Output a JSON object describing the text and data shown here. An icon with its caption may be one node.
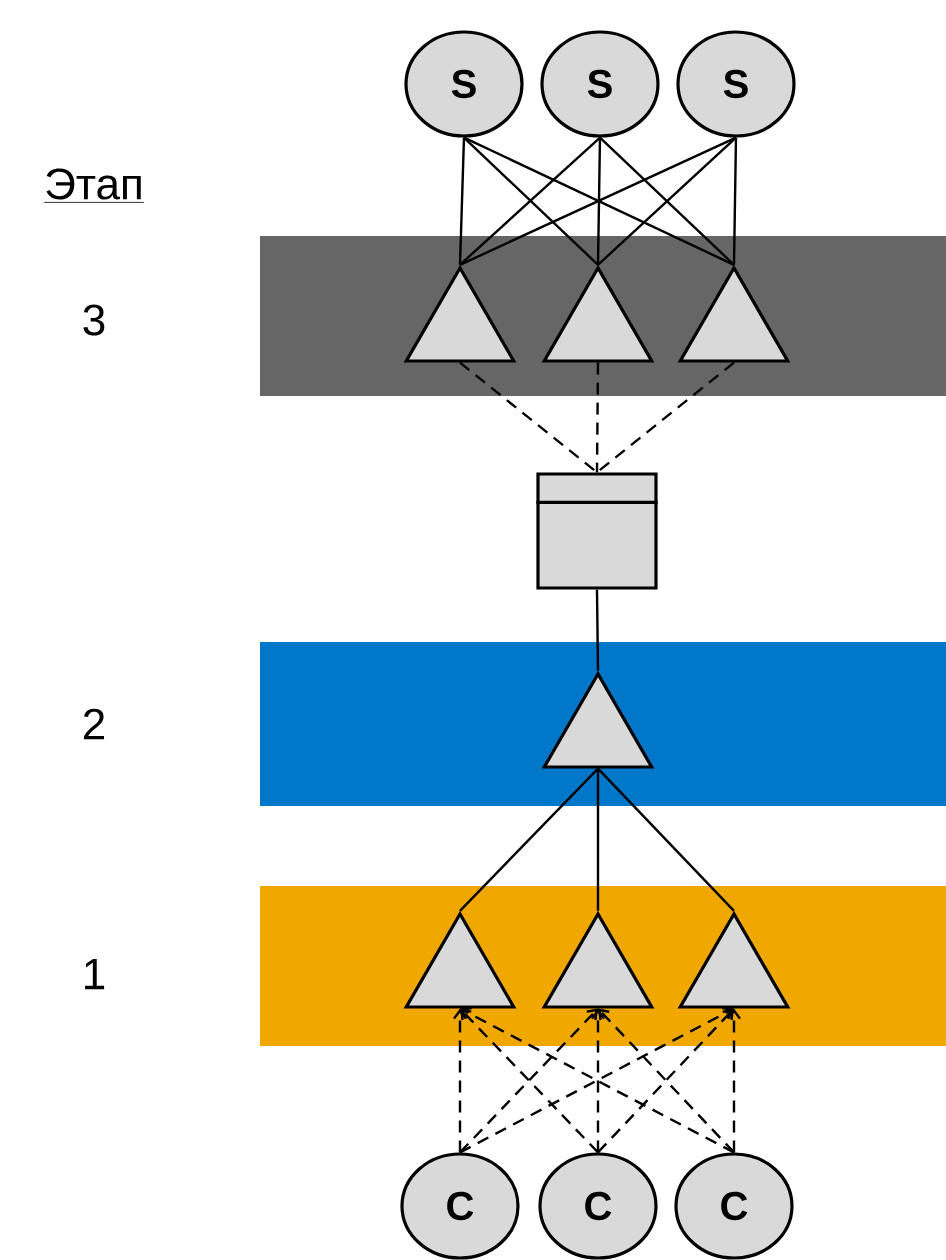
{
  "diagram": {
    "nodes": [
      {
        "text": [
          "S"
        ]
      },
      {
        "text": [
          "S"
        ]
      },
      {
        "text": [
          "S"
        ]
      },
      {
        "text": [],
        "shape": "band"
      },
      {
        "text": [],
        "shape": "triangle",
        "in": 3
      },
      {
        "text": [],
        "shape": "triangle",
        "in": 3
      },
      {
        "text": [],
        "shape": "triangle",
        "in": 3
      },
      {
        "text": [],
        "shape": "box"
      },
      {
        "text": [],
        "shape": "band"
      },
      {
        "text": [],
        "shape": "triangle",
        "in": 8
      },
      {
        "text": [],
        "shape": "band"
      },
      {
        "text": [],
        "shape": "triangle",
        "in": 10
      },
      {
        "text": [],
        "shape": "triangle",
        "in": 10
      },
      {
        "text": [],
        "shape": "triangle",
        "in": 10
      },
      {
        "text": [
          "C"
        ]
      },
      {
        "text": [
          "C"
        ]
      },
      {
        "text": [
          "C"
        ]
      }
    ],
    "edges": [
      {
        "from": 0,
        "to": 4,
        "arrow": "none"
      },
      {
        "from": 0,
        "to": 5,
        "arrow": "none"
      },
      {
        "from": 0,
        "to": 6,
        "arrow": "none"
      },
      {
        "from": 1,
        "to": 4,
        "arrow": "none"
      },
      {
        "from": 1,
        "to": 5,
        "arrow": "none"
      },
      {
        "from": 1,
        "to": 6,
        "arrow": "none"
      },
      {
        "from": 2,
        "to": 4,
        "arrow": "none"
      },
      {
        "from": 2,
        "to": 5,
        "arrow": "none"
      },
      {
        "from": 2,
        "to": 6,
        "arrow": "none"
      },
      {
        "from": 4,
        "to": 7,
        "arrow": "none",
        "style": "dashed"
      },
      {
        "from": 5,
        "to": 7,
        "arrow": "none",
        "style": "dashed"
      },
      {
        "from": 6,
        "to": 7,
        "arrow": "none",
        "style": "dashed"
      },
      {
        "from": 7,
        "to": 9,
        "arrow": "none"
      },
      {
        "from": 9,
        "to": 11,
        "arrow": "none"
      },
      {
        "from": 9,
        "to": 12,
        "arrow": "none"
      },
      {
        "from": 9,
        "to": 13,
        "arrow": "none"
      },
      {
        "from": 14,
        "to": 11,
        "arrow": "to",
        "style": "dashed"
      },
      {
        "from": 14,
        "to": 12,
        "arrow": "to",
        "style": "dashed"
      },
      {
        "from": 14,
        "to": 13,
        "arrow": "to",
        "style": "dashed"
      },
      {
        "from": 15,
        "to": 11,
        "arrow": "to",
        "style": "dashed"
      },
      {
        "from": 15,
        "to": 12,
        "arrow": "to",
        "style": "dashed"
      },
      {
        "from": 15,
        "to": 13,
        "arrow": "to",
        "style": "dashed"
      },
      {
        "from": 16,
        "to": 11,
        "arrow": "to",
        "style": "dashed"
      },
      {
        "from": 16,
        "to": 12,
        "arrow": "to",
        "style": "dashed"
      },
      {
        "from": 16,
        "to": 13,
        "arrow": "to",
        "style": "dashed"
      }
    ],
    "labels": [
      "Этап",
      "3",
      "2",
      "1"
    ]
  }
}
